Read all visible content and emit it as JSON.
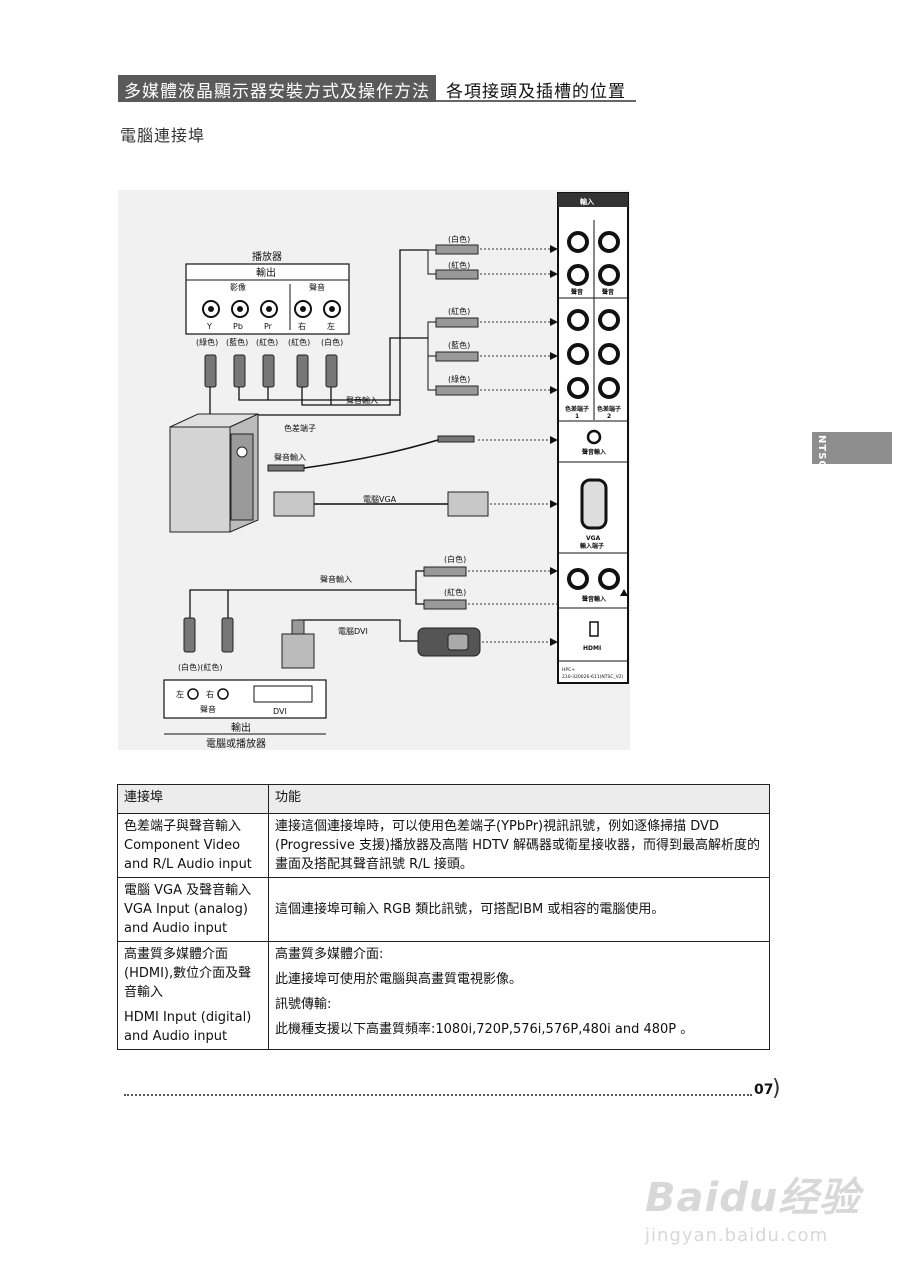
{
  "header": {
    "section_title": "多媒體液晶顯示器安裝方式及操作方法",
    "page_topic": "各項接頭及插槽的位置"
  },
  "subtitle": "電腦連接埠",
  "side_tab": "NTSC",
  "diagram": {
    "player_title": "播放器",
    "output_label": "輸出",
    "video_label": "影像",
    "audio_label": "聲音",
    "jack_Y": "Y",
    "jack_Pb": "Pb",
    "jack_Pr": "Pr",
    "jack_right": "右",
    "jack_left": "左",
    "color_green": "(綠色)",
    "color_blue": "(藍色)",
    "color_red": "(紅色)",
    "color_white": "(白色)",
    "color_red2": "(紅色)",
    "audio_in_1": "聲音輸入",
    "component_label": "色差端子",
    "audio_in_2": "聲音輸入",
    "pc_vga": "電腦VGA",
    "audio_in_3": "聲音輸入",
    "pc_dvi": "電腦DVI",
    "cable_white_1": "(白色)",
    "cable_red_1": "(紅色)",
    "cable_red_2": "(紅色)",
    "cable_blue_2": "(藍色)",
    "cable_green_2": "(綠色)",
    "cable_white_3": "(白色)",
    "cable_red_3": "(紅色)",
    "src_white_red": "(白色)(紅色)",
    "src_left": "左",
    "src_right": "右",
    "src_audio": "聲音",
    "src_dvi": "DVI",
    "src_output": "輸出",
    "src_title": "電腦或播放器",
    "panel": {
      "header": "輸入",
      "audio_l": "聲音",
      "audio_r": "聲音",
      "comp1": "色差端子",
      "comp1_num": "1",
      "comp2": "色差端子",
      "comp2_num": "2",
      "audio_in": "聲音輸入",
      "vga": "VGA",
      "vga_label": "輸入端子",
      "audio_in_b": "聲音輸入",
      "hdmi": "HDMI",
      "model1": "HPC+",
      "model2": "210-320026-611(NTSC_V2)"
    }
  },
  "table": {
    "headers": [
      "連接埠",
      "功能"
    ],
    "rows": [
      {
        "port": [
          "色差端子與聲音輸入",
          "Component Video",
          "and R/L Audio input"
        ],
        "func": [
          "連接這個連接埠時，可以使用色差端子(YPbPr)視訊訊號，例如逐條掃描 DVD (Progressive 支援)播放器及高階 HDTV 解碼器或衛星接收器，而得到最高解析度的畫面及搭配其聲音訊號 R/L 接頭。"
        ]
      },
      {
        "port": [
          "電腦 VGA 及聲音輸入",
          "VGA Input (analog)",
          "and Audio input"
        ],
        "func": [
          "這個連接埠可輸入 RGB 類比訊號，可搭配IBM 或相容的電腦使用。"
        ]
      },
      {
        "port": [
          "高畫質多媒體介面",
          "(HDMI),數位介面及聲",
          "音輸入",
          "HDMI Input (digital)",
          "and Audio input"
        ],
        "func": [
          "高畫質多媒體介面:",
          "此連接埠可使用於電腦與高畫質電視影像。",
          "訊號傳輸:",
          "此機種支援以下高畫質頻率:1080i,720P,576i,576P,480i and 480P 。"
        ]
      }
    ]
  },
  "page_number": "07",
  "watermark": {
    "brand": "Baidu经验",
    "url": "jingyan.baidu.com"
  }
}
